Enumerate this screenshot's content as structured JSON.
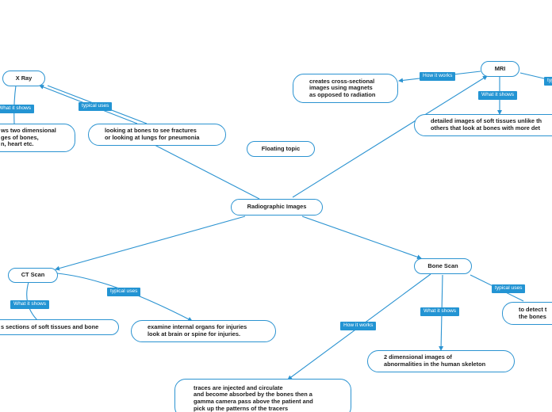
{
  "colors": {
    "line": "#2b93d1",
    "label_bg": "#2394d3",
    "node_border": "#2b93d1"
  },
  "nodes": {
    "radiographic_images": "Radiographic Images",
    "floating_topic": "Floating topic",
    "xray": "X Ray",
    "xray_shows": "ws two dimensional\nges of bones,\nn, heart etc.",
    "xray_uses": "looking at bones to see fractures\nor looking at lungs for pneumonia",
    "mri": "MRI",
    "mri_how": "creates cross-sectional\nimages using magnets\nas opposed to radiation",
    "mri_shows": "detailed images of soft tissues unlike th\nothers that look at bones with more det",
    "ct_scan": "CT Scan",
    "ct_shows": "s sections of soft tissues and bone",
    "ct_uses": "examine internal organs for injuries\nlook at brain or spine for injuries.",
    "bone_scan": "Bone Scan",
    "bone_how": "traces are injected and circulate\nand become absorbed by the bones then a\ngamma camera pass above the patient and\npick up the patterns of the tracers",
    "bone_shows": "2 dimensional images of\nabnormalities in the human skeleton",
    "bone_uses": "to detect t\nthe bones"
  },
  "labels": {
    "xray_what": "What it shows",
    "xray_typical": "typical uses",
    "mri_how": "How it works",
    "mri_what": "What it shows",
    "mri_typical": "typ",
    "ct_what": "What it shows",
    "ct_typical": "typical uses",
    "bone_how": "How it works",
    "bone_what": "What it shows",
    "bone_typical": "typical uses"
  }
}
